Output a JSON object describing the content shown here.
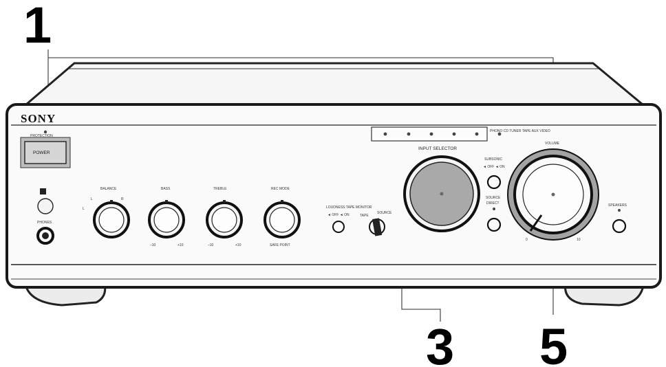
{
  "brand": "SONY",
  "callouts": [
    "1",
    "3",
    "5"
  ],
  "power": {
    "indicator_label": "PROTECTION",
    "button_label": "POWER"
  },
  "phones_label": "PHONES",
  "tone": {
    "balance": {
      "label": "BALANCE",
      "left": "L",
      "right": "R",
      "top": "L",
      "top_right": "R"
    },
    "bass": {
      "label": "BASS",
      "min": "–10",
      "max": "+10"
    },
    "treble": {
      "label": "TREBLE",
      "min": "–10",
      "max": "+10"
    },
    "rec_mode": {
      "label": "REC MODE",
      "bottom": "SAFE POINT"
    }
  },
  "loudness_label": "LOUDNESS TAPE MONITOR",
  "loudness_sub": "◄ OFF ◄ ON",
  "tape_monitor": {
    "left": "TAPE",
    "right": "SOURCE"
  },
  "input_selector_label": "INPUT SELECTOR",
  "input_indicator_label": "PHONO  CD  TUNER  TAPE  AUX  VIDEO",
  "subsonic": {
    "label": "SUBSONIC",
    "sub": "◄ OFF ◄ ON"
  },
  "source_direct": {
    "label": "SOURCE",
    "label2": "DIRECT"
  },
  "volume": {
    "label": "VOLUME",
    "min": "0",
    "max": "10"
  },
  "speakers": {
    "label": "SPEAKERS"
  }
}
